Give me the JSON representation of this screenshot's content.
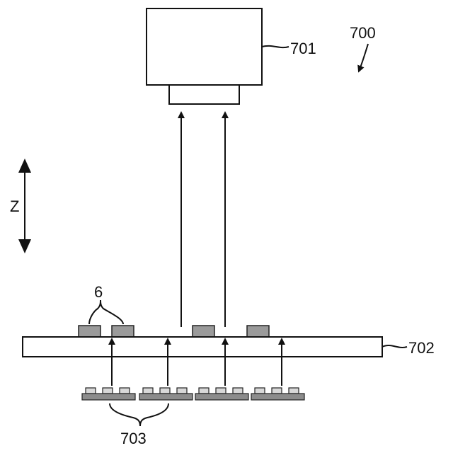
{
  "labels": {
    "figure_number": "700",
    "camera_ref": "701",
    "substrate_ref": "702",
    "sources_ref": "703",
    "chips_ref": "6",
    "axis_label": "Z"
  },
  "counts": {
    "chips_on_substrate": 4,
    "source_groups": 4,
    "beams_to_camera": 2,
    "beams_from_sources": 4
  }
}
